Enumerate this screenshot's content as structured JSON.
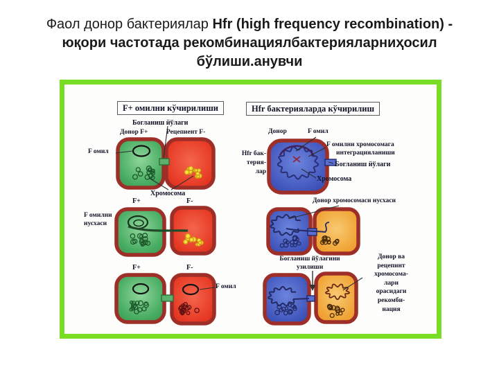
{
  "slide": {
    "title": {
      "line1_normal": "Фаол донор бактериялар ",
      "line1_bold": "Hfr (high frequency recombination) -",
      "line2": "юқори частотада рекомбинациялбактерияларниҳосил",
      "line3": "бўлиши.анувчи"
    }
  },
  "figure": {
    "left_panel": {
      "title": "F+ омилни кўчирилиши",
      "bridge_label": "Богланиш йўлаги",
      "donor_label": "Донор F+",
      "recipient_label": "Рецепиент F-",
      "f_factor_label": "F омил",
      "chromosome_label": "Хромосома",
      "f_plus": "F+",
      "f_minus": "F-",
      "f_copy_line1": "F омилни",
      "f_copy_line2": "нусхаси",
      "f_factor_result_label": "F омил"
    },
    "right_panel": {
      "title": "Hfr бактерияларда кўчирилиш",
      "donor_label": "Донор",
      "f_factor_label": "F омил",
      "hfr_lines": [
        "Hfr бак-",
        "терия-",
        "лар"
      ],
      "integration_line1": "F омилни хромосомага",
      "integration_line2": "интеграцияланиши",
      "bridge_label": "Богланиш йўлаги",
      "chromosome_label": "Хромосома",
      "donor_copy_label": "Донор хромосомаси нусхаси",
      "break_line1": "Богланиш йўлагини",
      "break_line2": "узилиши",
      "recomb_lines": [
        "Донор ва",
        "рецепинт",
        "хромосома-",
        "лари",
        "орасидаги",
        "рекомби-",
        "нация"
      ]
    },
    "colors": {
      "frame_green": "#79dd25",
      "cell_wall": "#9e2f28",
      "donor_green": "#49ad63",
      "recipient_red": "#e63823",
      "hfr_blue": "#4257bd",
      "recipient_orange": "#f0a233",
      "chromosome_yellow": "#f6e13c",
      "chromosome_navy": "#232a66",
      "chromosome_green": "#1d5a2b",
      "bridge_green": "#5db26b",
      "bridge_blue": "#5a6fd4"
    }
  }
}
